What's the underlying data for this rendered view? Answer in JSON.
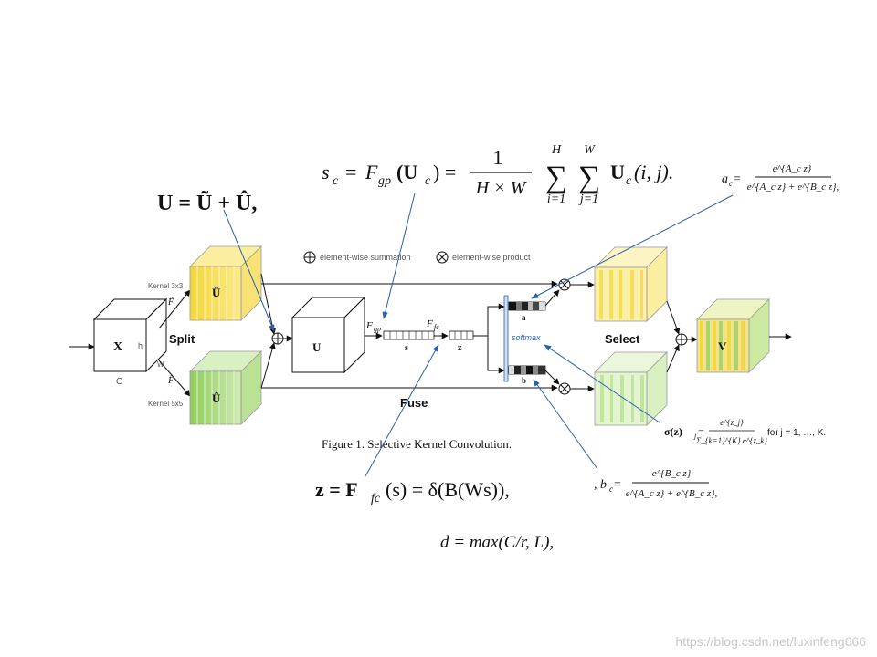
{
  "formulas": {
    "sc_lhs": "s",
    "sc_sub": "c",
    "sc_eq": "= ",
    "sc_F": "F",
    "sc_Fsub": "gp",
    "sc_arg": "(U",
    "sc_arg_sub": "c",
    "sc_arg_close": ") =",
    "sc_frac_num": "1",
    "sc_frac_den": "H × W",
    "sc_sum1_top": "H",
    "sc_sum1_bot": "i=1",
    "sc_sum2_top": "W",
    "sc_sum2_bot": "j=1",
    "sc_tail": "U",
    "sc_tail_sub": "c",
    "sc_tail_args": "(i, j).",
    "u_sum": "U = Ũ + Û,",
    "ac_lhs": "a",
    "ac_sub": "c",
    "ac_eq": " =",
    "ac_num": "e^{A_c z}",
    "ac_den": "e^{A_c z} + e^{B_c z},",
    "bc_lhs": ", b",
    "bc_sub": "c",
    "bc_eq": " =",
    "bc_num": "e^{B_c z}",
    "bc_den": "e^{A_c z} + e^{B_c z},",
    "sigma_lhs": "σ(z)",
    "sigma_sub": "j",
    "sigma_eq": " =",
    "sigma_num": "e^{z_j}",
    "sigma_den": "Σ_{k=1}^{K} e^{z_k}",
    "sigma_cond": "for j = 1, …, K.",
    "z_eq": "z = F",
    "z_Fsub": "fc",
    "z_rhs": "(s) = δ(B(Ws)),",
    "d_eq": "d = max(C/r, L),"
  },
  "labels": {
    "legend_sum": "element-wise summation",
    "legend_prod": "element-wise product",
    "kernel3": "Kernel 3x3",
    "kernel5": "Kernel 5x5",
    "x_block": "X",
    "h": "h",
    "w": "W",
    "c": "C",
    "split": "Split",
    "f_tilde": "F̃",
    "f_hat": "F̂",
    "u_tilde": "Ũ",
    "u_hat": "Û",
    "u_block": "U",
    "f_gp": "F",
    "f_gp_sub": "gp",
    "f_fc": "F",
    "f_fc_sub": "fc",
    "s": "s",
    "z": "z",
    "a": "a",
    "b": "b",
    "softmax": "softmax",
    "fuse": "Fuse",
    "select": "Select",
    "v_block": "V"
  },
  "caption": "Figure 1. Selective Kernel Convolution.",
  "watermark": "https://blog.csdn.net/luxinfeng666",
  "colors": {
    "yellow": "#f4d63a",
    "yellow_light": "#fbeea0",
    "green": "#9ed36a",
    "green_light": "#d9f0c2",
    "arrow_blue": "#2b5fa8",
    "line": "#111111"
  }
}
